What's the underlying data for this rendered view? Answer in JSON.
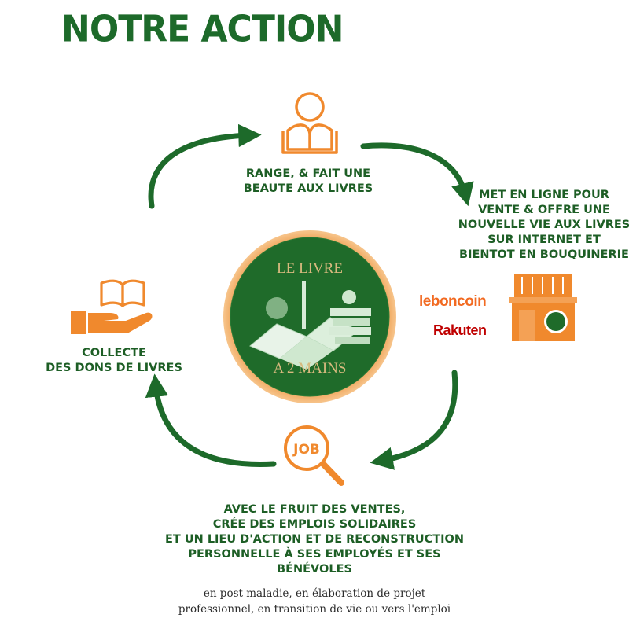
{
  "title": "NOTRE ACTION",
  "top_step": {
    "lines": [
      "RANGE, & FAIT UNE",
      "BEAUTE AUX LIVRES"
    ],
    "icon": "reader-icon"
  },
  "right_step": {
    "lines": [
      "MET EN LIGNE POUR",
      "VENTE & OFFRE UNE",
      "NOUVELLE VIE AUX LIVRES",
      "SUR INTERNET ET",
      "BIENTOT EN BOUQUINERIE"
    ],
    "icon": "shop-icon"
  },
  "brands": {
    "leboncoin": "leboncoin",
    "rakuten": "Rakuten"
  },
  "left_step": {
    "lines": [
      "COLLECTE",
      "DES DONS DE LIVRES"
    ],
    "icon": "book-hand-icon"
  },
  "bottom_step": {
    "icon_text": "JOB",
    "lines": [
      "AVEC LE FRUIT DES VENTES,",
      "CRÉE DES EMPLOIS SOLIDAIRES",
      "ET UN LIEU D'ACTION ET DE RECONSTRUCTION",
      "PERSONNELLE À SES EMPLOYÉS ET SES",
      "BÉNÉVOLES"
    ],
    "sub_lines": [
      "en post maladie, en élaboration de projet",
      "professionnel, en transition de vie ou vers l'emploi"
    ]
  },
  "logo": {
    "top_text": "LE LIVRE",
    "bottom_text": "A 2 MAINS"
  },
  "colors": {
    "green": "#1d6a2a",
    "orange": "#f0892d",
    "dark_green": "#1d5e25"
  }
}
